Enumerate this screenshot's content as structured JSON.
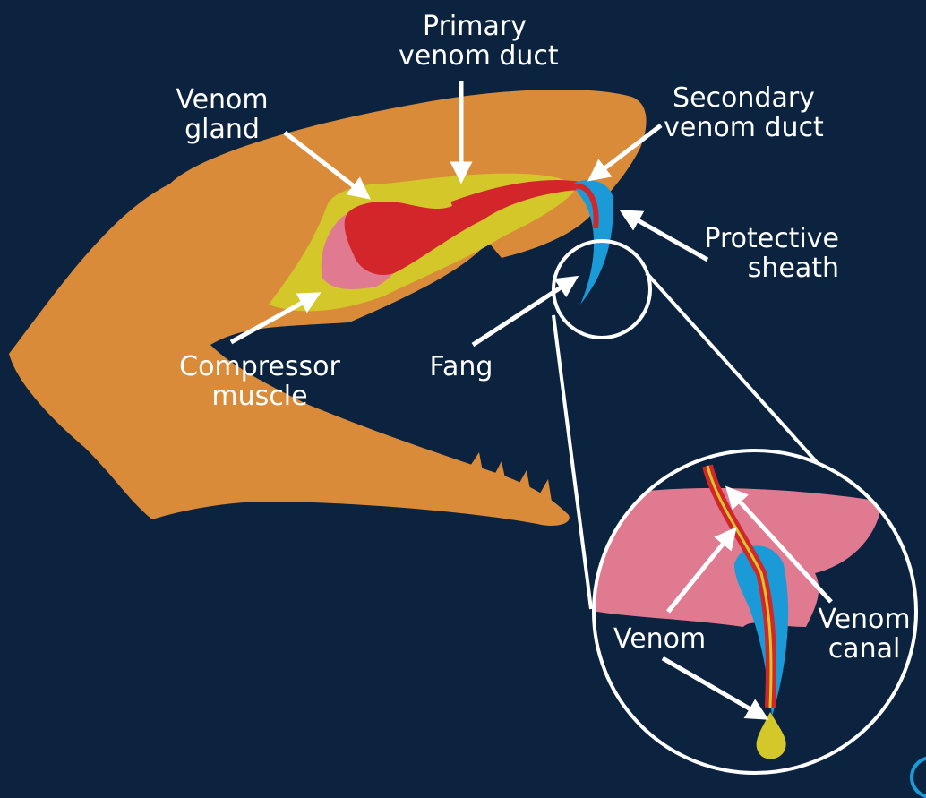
{
  "labels": {
    "primary_duct": [
      "Primary",
      "venom duct"
    ],
    "venom_gland": [
      "Venom",
      "gland"
    ],
    "secondary_duct": [
      "Secondary",
      "venom duct"
    ],
    "protective_sheath": [
      "Protective",
      "sheath"
    ],
    "compressor_muscle": [
      "Compressor",
      "muscle"
    ],
    "fang": "Fang",
    "venom": "Venom",
    "venom_canal": [
      "Venom",
      "canal"
    ]
  },
  "colors": {
    "background": "#0c2340",
    "head": "#d98b3a",
    "compressor_muscle": "#d3c729",
    "gland": "#d3262b",
    "pink_tissue": "#e07a90",
    "fang_sheath": "#1a9ad6",
    "venom_drop": "#d3c729",
    "lines": "#ffffff"
  }
}
